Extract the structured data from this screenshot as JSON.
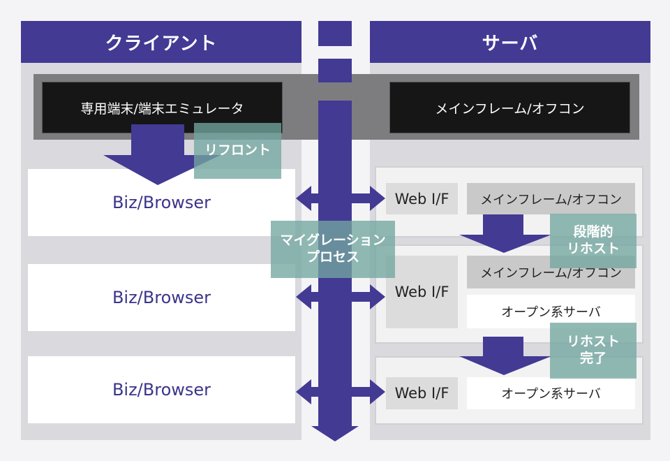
{
  "client": {
    "header": "クライアント",
    "terminal": "専用端末/端末エミュレータ",
    "browsers": [
      "Biz/Browser",
      "Biz/Browser",
      "Biz/Browser"
    ]
  },
  "server": {
    "header": "サーバ",
    "terminal": "メインフレーム/オフコン",
    "stage1": {
      "webif": "Web I/F",
      "mainframe": "メインフレーム/オフコン"
    },
    "stage2": {
      "webif": "Web I/F",
      "mainframe": "メインフレーム/オフコン",
      "open": "オープン系サーバ"
    },
    "stage3": {
      "webif": "Web I/F",
      "open": "オープン系サーバ"
    }
  },
  "labels": {
    "refront": "リフロント",
    "migration_line1": "マイグレーション",
    "migration_line2": "プロセス",
    "stepwise_line1": "段階的",
    "stepwise_line2": "リホスト",
    "complete_line1": "リホスト",
    "complete_line2": "完了"
  },
  "colors": {
    "accent": "#433a94",
    "overlay": "#73a6a0",
    "terminal": "#161616"
  }
}
